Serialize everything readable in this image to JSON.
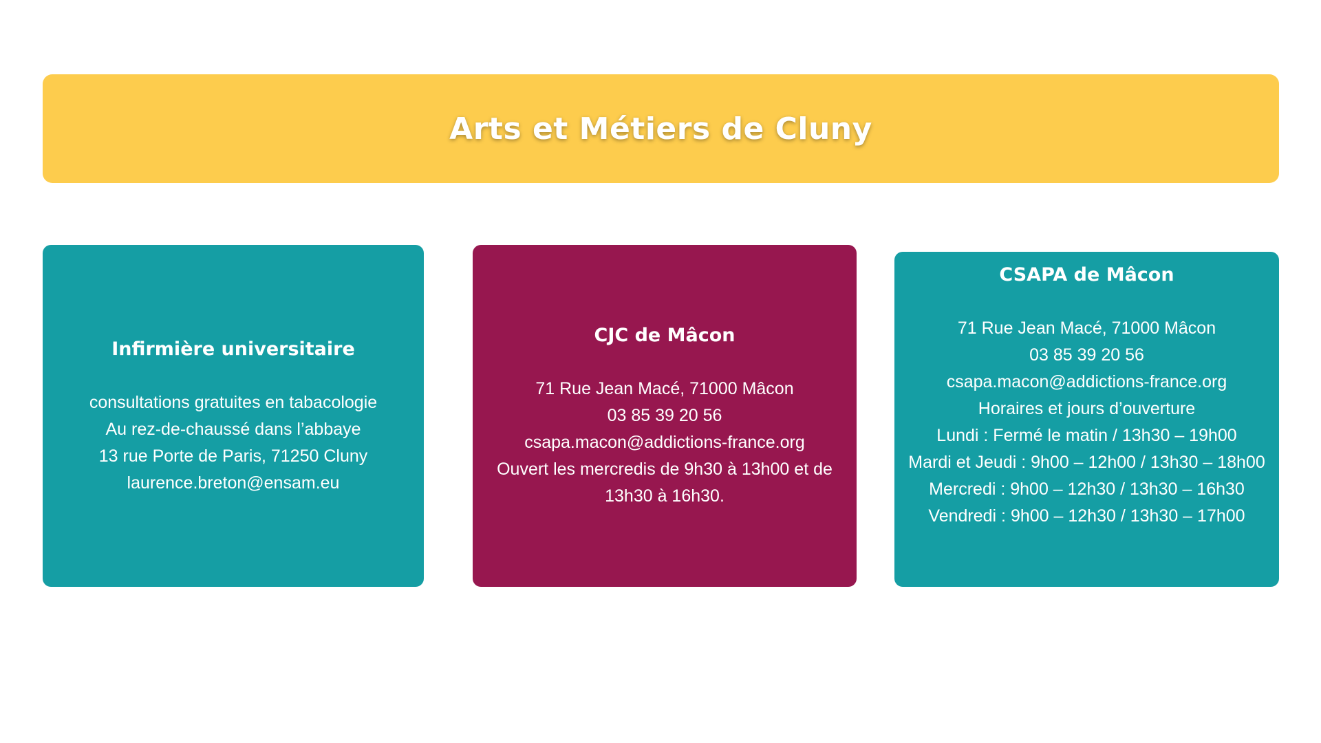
{
  "header": {
    "title": "Arts et Métiers de Cluny"
  },
  "colors": {
    "banner": "#FDCC4D",
    "teal": "#159EA4",
    "magenta": "#97174F"
  },
  "cards": [
    {
      "title": "Infirmière universitaire",
      "lines": [
        "consultations gratuites en tabacologie",
        "Au rez-de-chaussé dans l’abbaye",
        "13 rue Porte de Paris, 71250 Cluny",
        "laurence.breton@ensam.eu"
      ]
    },
    {
      "title": "CJC de Mâcon",
      "lines": [
        "71 Rue Jean Macé, 71000 Mâcon",
        "03 85 39 20 56",
        "csapa.macon@addictions-france.org",
        "Ouvert les mercredis de 9h30 à 13h00 et de 13h30 à 16h30."
      ]
    },
    {
      "title": "CSAPA de Mâcon",
      "lines": [
        "71 Rue Jean Macé, 71000 Mâcon",
        "03 85 39 20 56",
        "csapa.macon@addictions-france.org",
        "Horaires et jours d’ouverture",
        "Lundi : Fermé le matin / 13h30 – 19h00",
        "Mardi et Jeudi : 9h00 – 12h00 / 13h30 – 18h00",
        "Mercredi : 9h00 – 12h30 / 13h30 – 16h30",
        "Vendredi : 9h00 – 12h30 / 13h30 – 17h00"
      ]
    }
  ]
}
